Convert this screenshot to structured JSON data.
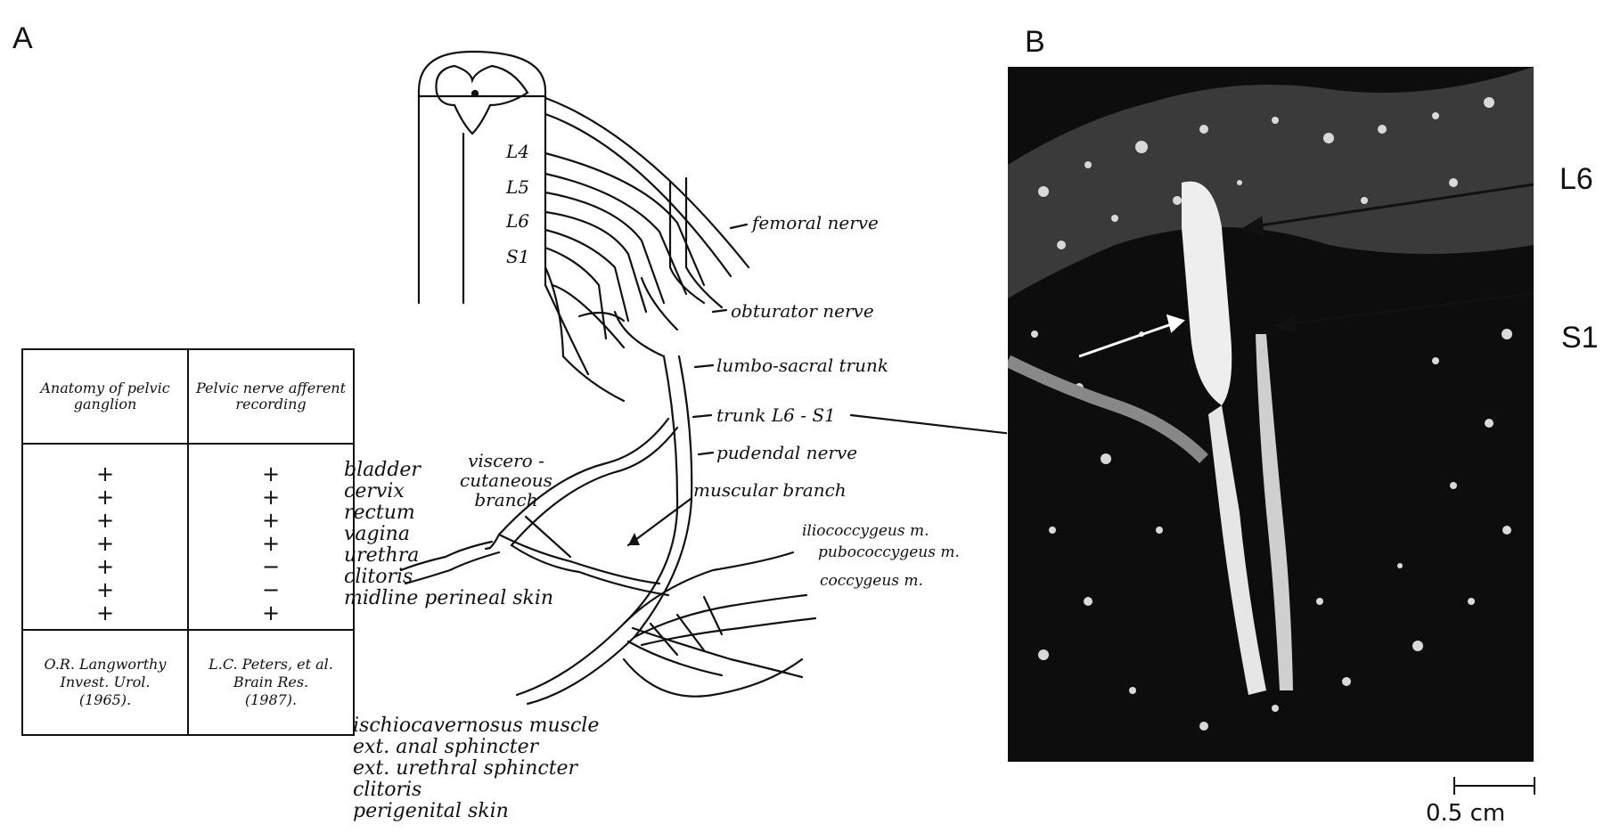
{
  "panels": {
    "a": "A",
    "b": "B"
  },
  "table": {
    "headers": [
      "Anatomy of pelvic ganglion",
      "Pelvic nerve afferent recording"
    ],
    "col1_marks": [
      "+",
      "+",
      "+",
      "+",
      "+",
      "+",
      "+"
    ],
    "col2_marks": [
      "+",
      "+",
      "+",
      "+",
      "−",
      "−",
      "+"
    ],
    "citations": [
      [
        "O.R. Langworthy",
        "Invest. Urol.",
        "(1965)."
      ],
      [
        "L.C. Peters, et al.",
        "Brain Res.",
        "(1987)."
      ]
    ]
  },
  "segments": [
    "L4",
    "L5",
    "L6",
    "S1"
  ],
  "nerve_labels": {
    "femoral": "femoral nerve",
    "obturator": "obturator nerve",
    "lumbosacral": "lumbo-sacral trunk",
    "trunk": "trunk L6 - S1",
    "pudendal": "pudendal nerve",
    "muscular": "muscular branch",
    "viscero": [
      "viscero -",
      "cutaneous",
      "branch"
    ],
    "ilio": "iliococcygeus m.",
    "pubo": "pubococcygeus m.",
    "coccy": "coccygeus m."
  },
  "targets_viscero": [
    "bladder",
    "cervix",
    "rectum",
    "vagina",
    "urethra",
    "clitoris",
    "midline perineal skin"
  ],
  "targets_muscular": [
    "ischiocavernosus muscle",
    "ext. anal sphincter",
    "ext. urethral sphincter",
    "clitoris",
    "perigenital skin"
  ],
  "photo_labels": {
    "l6": "L6",
    "s1": "S1"
  },
  "scale_bar": "0.5 cm"
}
